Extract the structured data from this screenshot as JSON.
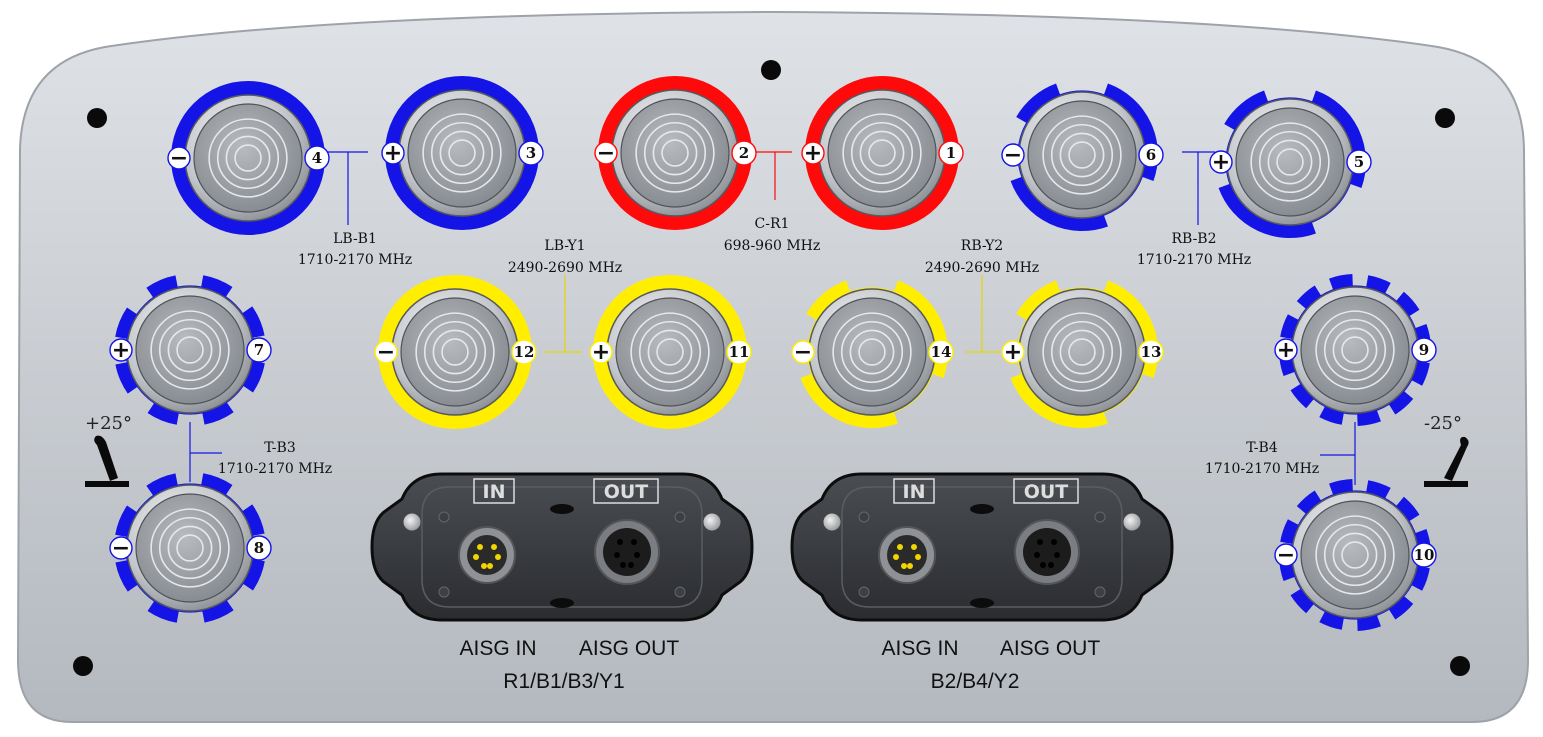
{
  "colors": {
    "blue": "#1414e6",
    "red": "#ff0a0a",
    "yellow": "#ffee00",
    "panel": "#c9cdd2"
  },
  "ports": [
    {
      "num": "4",
      "sign": "−",
      "color": "blue",
      "ring": "full"
    },
    {
      "num": "3",
      "sign": "+",
      "color": "blue",
      "ring": "full"
    },
    {
      "num": "2",
      "sign": "−",
      "color": "red",
      "ring": "full"
    },
    {
      "num": "1",
      "sign": "+",
      "color": "red",
      "ring": "full"
    },
    {
      "num": "6",
      "sign": "−",
      "color": "blue",
      "ring": "arcs"
    },
    {
      "num": "5",
      "sign": "+",
      "color": "blue",
      "ring": "arcs"
    },
    {
      "num": "7",
      "sign": "+",
      "color": "blue",
      "ring": "dashes"
    },
    {
      "num": "8",
      "sign": "−",
      "color": "blue",
      "ring": "dashes"
    },
    {
      "num": "12",
      "sign": "−",
      "color": "yellow",
      "ring": "full"
    },
    {
      "num": "11",
      "sign": "+",
      "color": "yellow",
      "ring": "full"
    },
    {
      "num": "14",
      "sign": "−",
      "color": "yellow",
      "ring": "arcs"
    },
    {
      "num": "13",
      "sign": "+",
      "color": "yellow",
      "ring": "arcs"
    },
    {
      "num": "9",
      "sign": "+",
      "color": "blue",
      "ring": "dense"
    },
    {
      "num": "10",
      "sign": "−",
      "color": "blue",
      "ring": "dense"
    }
  ],
  "bands": [
    {
      "name": "LB-B1",
      "freq": "1710-2170 MHz"
    },
    {
      "name": "C-R1",
      "freq": "698-960 MHz"
    },
    {
      "name": "RB-B2",
      "freq": "1710-2170 MHz"
    },
    {
      "name": "LB-Y1",
      "freq": "2490-2690 MHz"
    },
    {
      "name": "RB-Y2",
      "freq": "2490-2690 MHz"
    },
    {
      "name": "T-B3",
      "freq": "1710-2170 MHz"
    },
    {
      "name": "T-B4",
      "freq": "1710-2170 MHz"
    }
  ],
  "tilt": {
    "left": "+25°",
    "right": "-25°"
  },
  "aisg": [
    {
      "in_tag": "IN",
      "out_tag": "OUT",
      "in_label": "AISG IN",
      "out_label": "AISG OUT",
      "group": "R1/B1/B3/Y1"
    },
    {
      "in_tag": "IN",
      "out_tag": "OUT",
      "in_label": "AISG IN",
      "out_label": "AISG OUT",
      "group": "B2/B4/Y2"
    }
  ]
}
